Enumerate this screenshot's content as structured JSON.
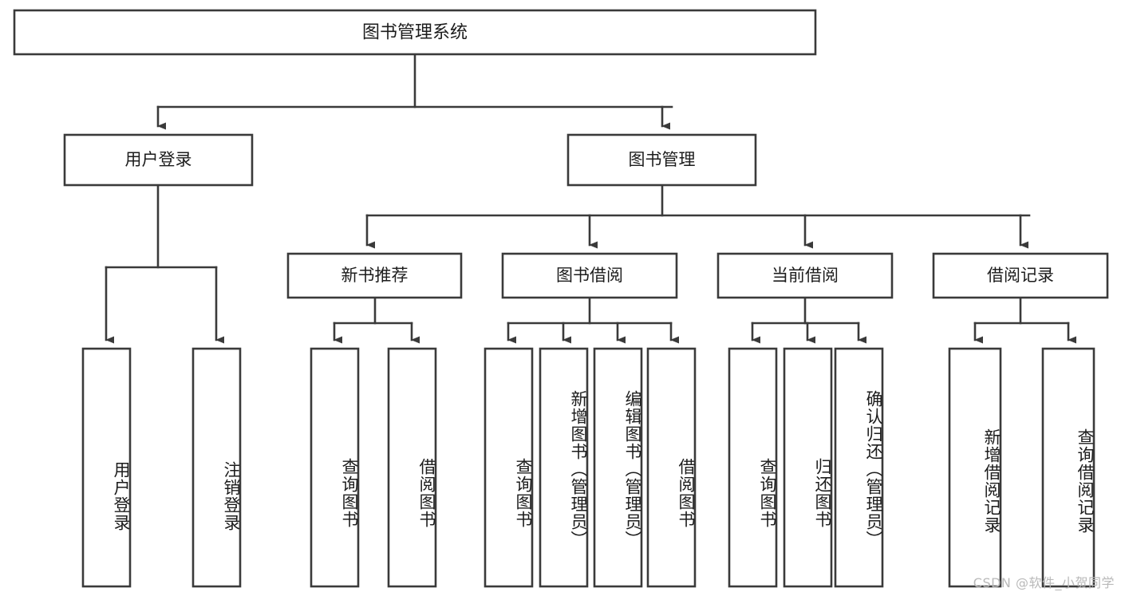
{
  "diagram": {
    "title": "图书管理系统",
    "type": "tree",
    "orientation": "top-down",
    "colors": {
      "stroke": "#3a3a3a",
      "box_fill": "#ffffff",
      "text": "#1c1c1c",
      "background": "#ffffff",
      "watermark": "#b9b9b9"
    },
    "root": {
      "id": "root",
      "label": "图书管理系统"
    },
    "level2": [
      {
        "id": "user-login",
        "label": "用户登录"
      },
      {
        "id": "book-manage",
        "label": "图书管理"
      }
    ],
    "level3": [
      {
        "id": "new-book-recommend",
        "label": "新书推荐",
        "parent": "book-manage"
      },
      {
        "id": "book-borrow",
        "label": "图书借阅",
        "parent": "book-manage"
      },
      {
        "id": "current-borrow",
        "label": "当前借阅",
        "parent": "book-manage"
      },
      {
        "id": "borrow-record",
        "label": "借阅记录",
        "parent": "book-manage"
      }
    ],
    "leaves": [
      {
        "id": "leaf-user-login",
        "label": "用户登录",
        "parent": "user-login"
      },
      {
        "id": "leaf-logout",
        "label": "注销登录",
        "parent": "user-login"
      },
      {
        "id": "leaf-query-book-1",
        "label": "查询图书",
        "parent": "new-book-recommend"
      },
      {
        "id": "leaf-borrow-book-1",
        "label": "借阅图书",
        "parent": "new-book-recommend"
      },
      {
        "id": "leaf-query-book-2",
        "label": "查询图书",
        "parent": "book-borrow"
      },
      {
        "id": "leaf-add-book",
        "label": "新增图书（管理员）",
        "parent": "book-borrow"
      },
      {
        "id": "leaf-edit-book",
        "label": "编辑图书（管理员）",
        "parent": "book-borrow"
      },
      {
        "id": "leaf-borrow-book-2",
        "label": "借阅图书",
        "parent": "book-borrow"
      },
      {
        "id": "leaf-query-book-3",
        "label": "查询图书",
        "parent": "current-borrow"
      },
      {
        "id": "leaf-return-book",
        "label": "归还图书",
        "parent": "current-borrow"
      },
      {
        "id": "leaf-confirm-return",
        "label": "确认归还（管理员）",
        "parent": "current-borrow"
      },
      {
        "id": "leaf-add-record",
        "label": "新增借阅记录",
        "parent": "borrow-record"
      },
      {
        "id": "leaf-query-record",
        "label": "查询借阅记录",
        "parent": "borrow-record"
      }
    ]
  },
  "watermark": {
    "text": "CSDN @软件_小贺同学"
  }
}
